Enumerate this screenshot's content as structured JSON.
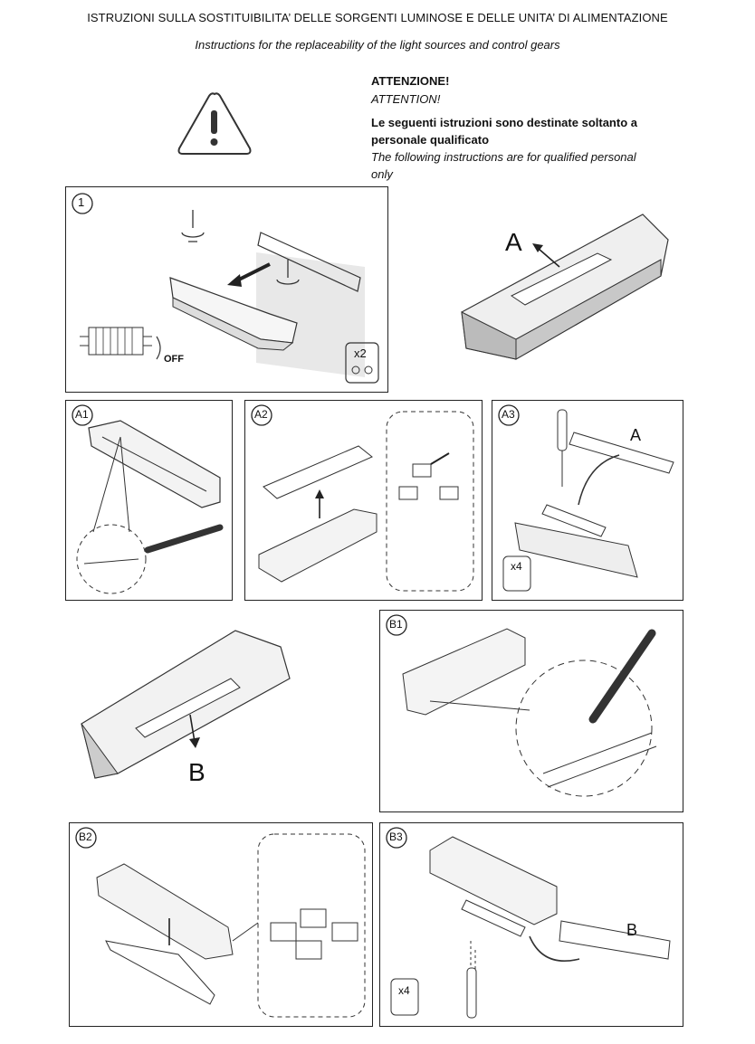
{
  "header": {
    "title": "ISTRUZIONI SULLA SOSTITUIBILITA’ DELLE SORGENTI LUMINOSE E DELLE UNITA’ DI ALIMENTAZIONE",
    "subtitle": "Instructions for the replaceability of the light sources and control gears"
  },
  "warning": {
    "title_it": "ATTENZIONE!",
    "title_en": "ATTENTION!",
    "text_it_line1": "Le seguenti istruzioni sono destinate soltanto a",
    "text_it_line2": "personale qualificato",
    "text_en_line1": "The following instructions are for qualified personal",
    "text_en_line2": "only",
    "icon": "warning-triangle-icon"
  },
  "steps": {
    "s1": {
      "badge": "1",
      "off_label": "OFF",
      "qty": "x2"
    },
    "overview_a": {
      "label": "A"
    },
    "a1": {
      "badge": "A1"
    },
    "a2": {
      "badge": "A2"
    },
    "a3": {
      "badge": "A3",
      "label": "A",
      "qty": "x4"
    },
    "overview_b": {
      "label": "B"
    },
    "b1": {
      "badge": "B1"
    },
    "b2": {
      "badge": "B2"
    },
    "b3": {
      "badge": "B3",
      "label": "B",
      "qty": "x4"
    }
  }
}
